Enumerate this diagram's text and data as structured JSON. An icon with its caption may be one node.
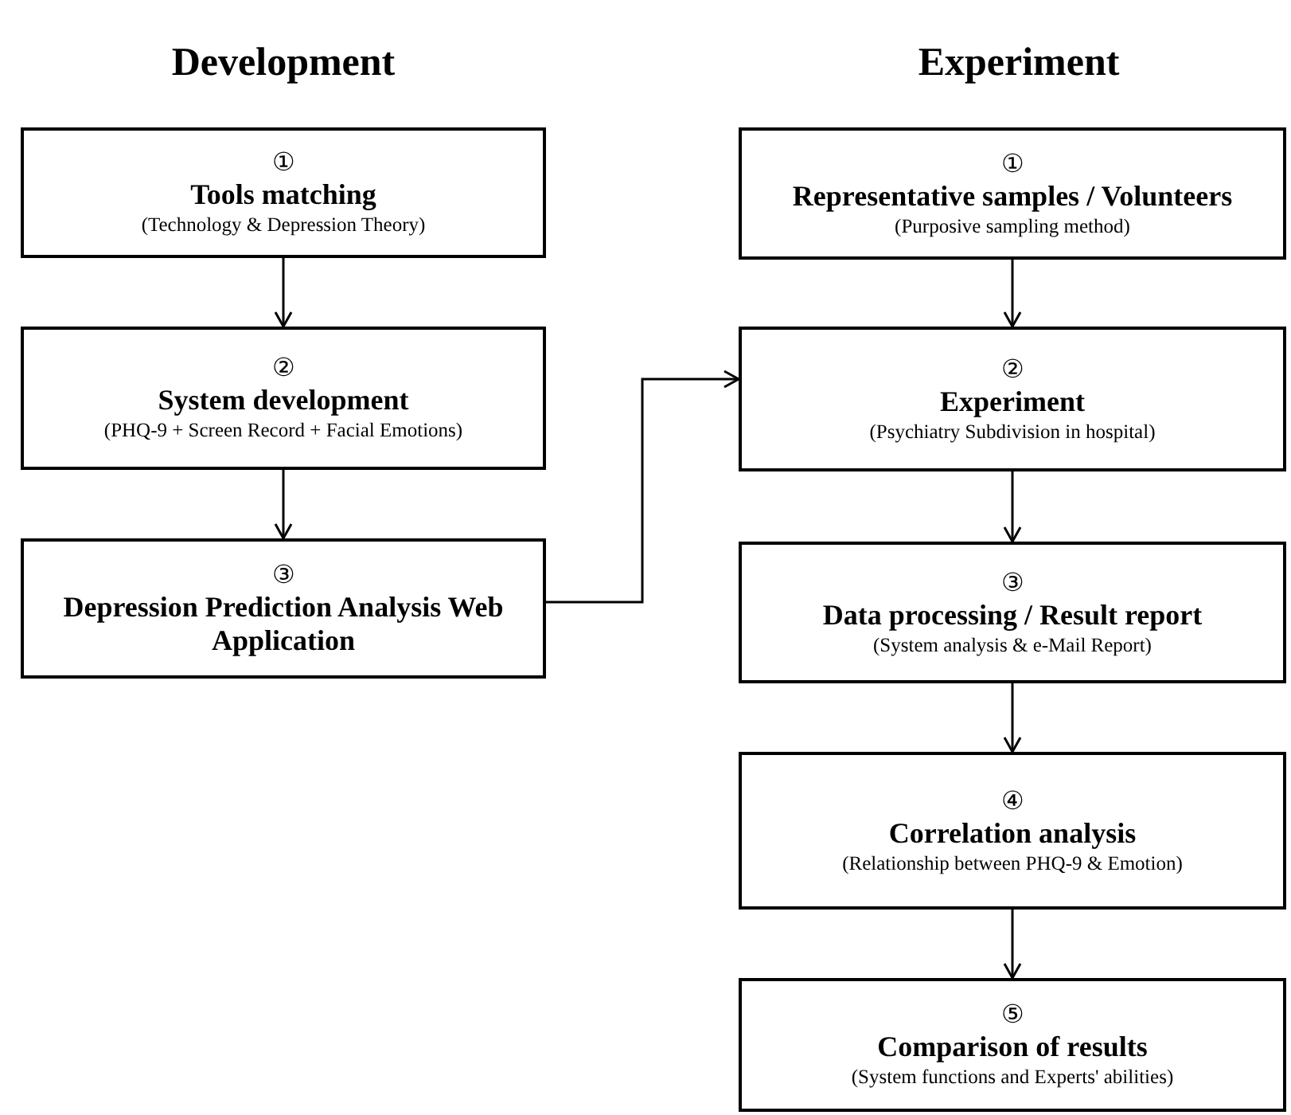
{
  "diagram": {
    "nodes": [
      {
        "text": [
          "①",
          "Tools matching",
          "(Technology & Depression Theory)"
        ]
      },
      {
        "text": [
          "②",
          "System development",
          "(PHQ-9 + Screen Record + Facial Emotions)"
        ]
      },
      {
        "text": [
          "③",
          "Depression Prediction Analysis Web Application"
        ]
      },
      {
        "text": [
          "①",
          "Representative samples / Volunteers",
          "(Purposive sampling method)"
        ]
      },
      {
        "text": [
          "②",
          "Experiment",
          "(Psychiatry Subdivision in hospital)"
        ]
      },
      {
        "text": [
          "③",
          "Data processing / Result report",
          "(System analysis & e-Mail Report)"
        ]
      },
      {
        "text": [
          "④",
          "Correlation analysis",
          "(Relationship between PHQ-9 & Emotion)"
        ]
      },
      {
        "text": [
          "⑤",
          "Comparison of results",
          "(System functions and Experts' abilities)"
        ]
      }
    ],
    "edges": [
      {
        "from": 0,
        "to": 1,
        "arrow": "to"
      },
      {
        "from": 1,
        "to": 2,
        "arrow": "to"
      },
      {
        "from": 2,
        "to": 4,
        "arrow": "to"
      },
      {
        "from": 3,
        "to": 4,
        "arrow": "to"
      },
      {
        "from": 4,
        "to": 5,
        "arrow": "to"
      },
      {
        "from": 5,
        "to": 6,
        "arrow": "to"
      },
      {
        "from": 6,
        "to": 7,
        "arrow": "to"
      }
    ],
    "labels": [
      "Development",
      "Experiment"
    ]
  }
}
